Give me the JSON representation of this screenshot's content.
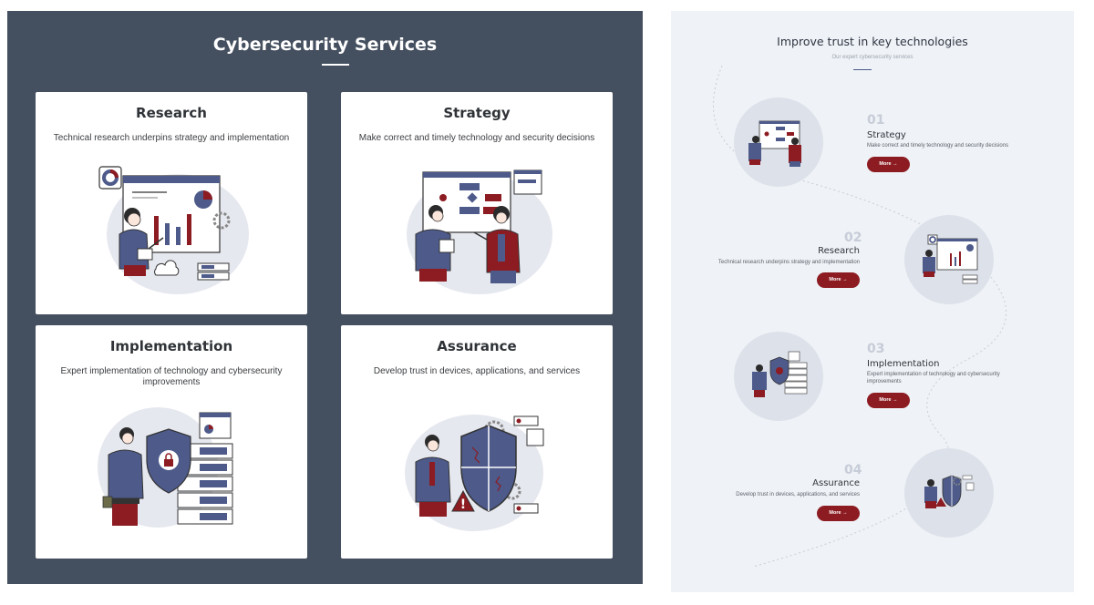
{
  "left_panel": {
    "title": "Cybersecurity Services",
    "cards": [
      {
        "title": "Research",
        "description": "Technical research underpins strategy and implementation",
        "illustration": "research-illustration"
      },
      {
        "title": "Strategy",
        "description": "Make correct and timely technology and security decisions",
        "illustration": "strategy-illustration"
      },
      {
        "title": "Implementation",
        "description": "Expert implementation of technology and cybersecurity improvements",
        "illustration": "implementation-illustration"
      },
      {
        "title": "Assurance",
        "description": "Develop trust in devices, applications, and services",
        "illustration": "assurance-illustration"
      }
    ]
  },
  "right_panel": {
    "title": "Improve trust in key technologies",
    "subtitle": "Our expert cybersecurity services",
    "steps": [
      {
        "number": "01",
        "title": "Strategy",
        "description": "Make correct and timely technology and security decisions",
        "button": "More →"
      },
      {
        "number": "02",
        "title": "Research",
        "description": "Technical research underpins strategy and implementation",
        "button": "More →"
      },
      {
        "number": "03",
        "title": "Implementation",
        "description": "Expert implementation of technology and cybersecurity improvements",
        "button": "More →"
      },
      {
        "number": "04",
        "title": "Assurance",
        "description": "Develop trust in devices, applications, and services",
        "button": "More →"
      }
    ]
  },
  "colors": {
    "dark_panel": "#444f5f",
    "accent_red": "#8c1c22",
    "accent_navy": "#4d5a8a",
    "light_panel": "#eff2f6"
  }
}
